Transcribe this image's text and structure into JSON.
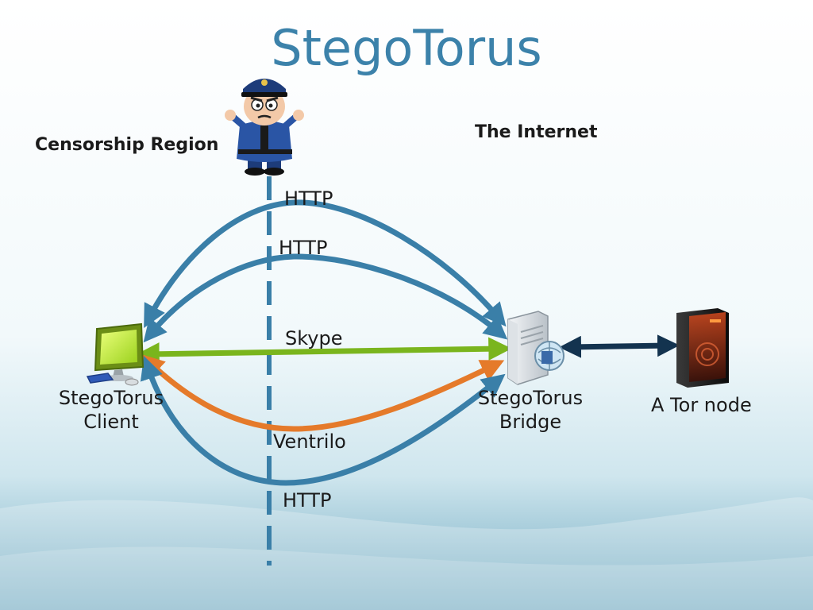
{
  "slide": {
    "title": "StegoTorus"
  },
  "regions": {
    "censorship": "Censorship Region",
    "internet": "The Internet"
  },
  "nodes": {
    "client_line1": "StegoTorus",
    "client_line2": "Client",
    "bridge_line1": "StegoTorus",
    "bridge_line2": "Bridge",
    "tor": "A Tor node"
  },
  "channels": {
    "http_top": "HTTP",
    "http_second": "HTTP",
    "skype": "Skype",
    "ventrilo": "Ventrilo",
    "http_bottom": "HTTP"
  },
  "colors": {
    "title": "#3c82aa",
    "http_arrow": "#3a7fa8",
    "skype_arrow": "#7ab51d",
    "ventrilo_arrow": "#e57a2a",
    "tor_link": "#13334f",
    "boundary": "#3a7fa8"
  },
  "icons": {
    "censor": "police-officer-icon",
    "client": "computer-monitor-icon",
    "bridge": "server-icon",
    "tor": "tower-pc-icon"
  }
}
